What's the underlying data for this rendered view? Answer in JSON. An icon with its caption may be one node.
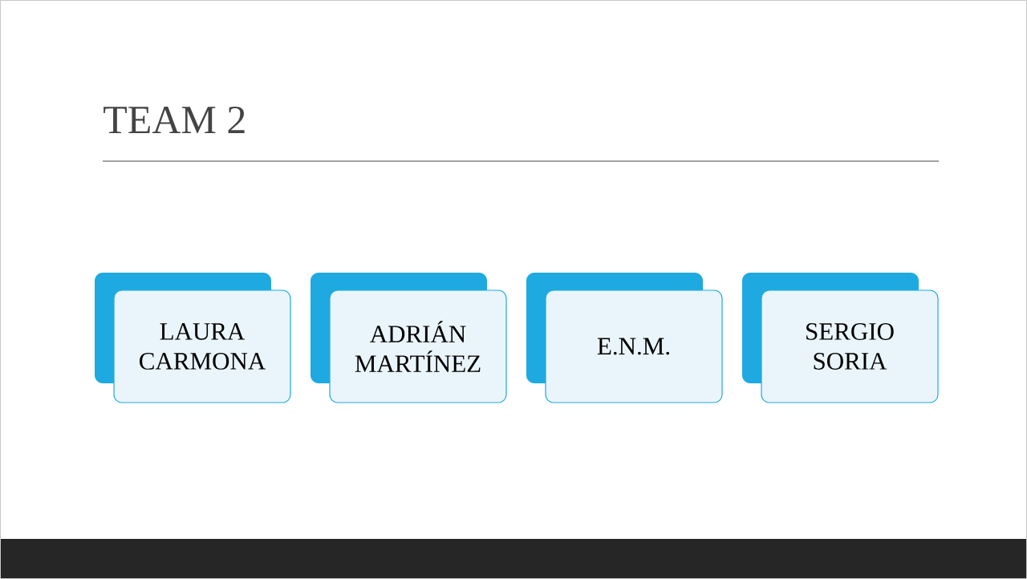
{
  "diagram": {
    "title": "TEAM 2",
    "nodes": [
      {
        "text": [
          "LAURA CARMONA"
        ]
      },
      {
        "text": [
          "ADRIÁN MARTÍNEZ"
        ]
      },
      {
        "text": [
          "E.N.M."
        ]
      },
      {
        "text": [
          "SERGIO SORIA"
        ]
      }
    ]
  }
}
